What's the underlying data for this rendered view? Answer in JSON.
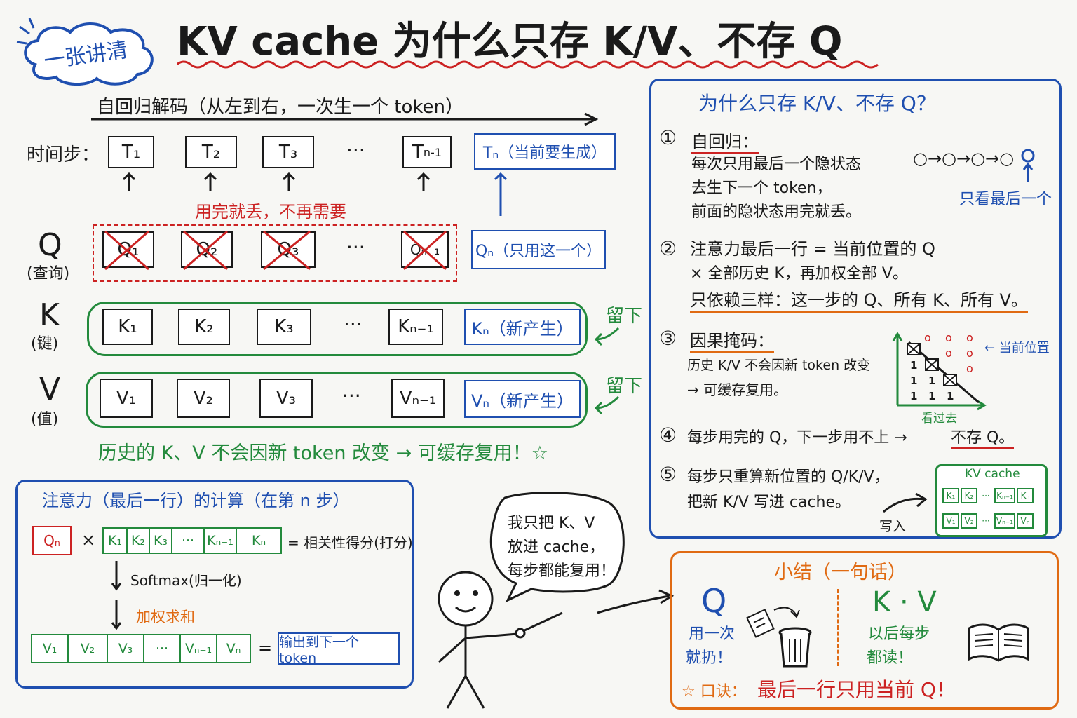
{
  "badge": "一张讲清",
  "title": "KV cache 为什么只存 K/V、不存 Q",
  "decode_label": "自回归解码（从左到右，一次生一个 token）",
  "time_label": "时间步：",
  "tokens": [
    "T₁",
    "T₂",
    "T₃",
    "T",
    "n-1"
  ],
  "ellipsis": "···",
  "tn_box": "Tₙ（当前要生成）",
  "discard_note": "用完就丢，不再需要",
  "q_label": "Q",
  "q_sub": "(查询)",
  "k_label": "K",
  "k_sub": "(键)",
  "v_label": "V",
  "v_sub": "(值)",
  "q_cells": [
    "Q₁",
    "Q₂",
    "Q₃",
    "Qₙ₋₁"
  ],
  "qn_box": "Qₙ（只用这一个）",
  "k_cells": [
    "K₁",
    "K₂",
    "K₃",
    "Kₙ₋₁"
  ],
  "kn_box": "Kₙ（新产生）",
  "v_cells": [
    "V₁",
    "V₂",
    "V₃",
    "Vₙ₋₁"
  ],
  "vn_box": "Vₙ（新产生）",
  "keep_label": "留下",
  "history_note": "历史的 K、V 不会因新 token 改变 → 可缓存复用！☆",
  "attn": {
    "title": "注意力（最后一行）的计算（在第 n 步）",
    "qn": "Qₙ",
    "times": "×",
    "k_row": [
      "K₁",
      "K₂",
      "K₃",
      "···",
      "Kₙ₋₁",
      "Kₙ"
    ],
    "score_label": "= 相关性得分(打分)",
    "softmax": "Softmax(归一化)",
    "weighted": "加权求和",
    "v_row": [
      "V₁",
      "V₂",
      "V₃",
      "···",
      "Vₙ₋₁",
      "Vₙ"
    ],
    "equals": "=",
    "output": "输出到下一个 token"
  },
  "speech": [
    "我只把 K、V",
    "放进 cache，",
    "每步都能复用！"
  ],
  "why": {
    "title": "为什么只存 K/V、不存 Q？",
    "p1_num": "①",
    "p1_head": "自回归：",
    "p1_lines": [
      "每次只用最后一个隐状态",
      "去生下一个 token，",
      "前面的隐状态用完就丢。"
    ],
    "chain": "○→○→○→○",
    "chain_note": "只看最后一个",
    "p2_num": "②",
    "p2_l1": "注意力最后一行 = 当前位置的 Q",
    "p2_l2": "× 全部历史 K，再加权全部 V。",
    "p2_l3": "只依赖三样：这一步的 Q、所有 K、所有 V。",
    "p3_num": "③",
    "p3_head": "因果掩码：",
    "p3_lines": [
      "历史 K/V 不会因新 token 改变",
      "→ 可缓存复用。"
    ],
    "mask_current": "← 当前位置",
    "mask_look": "看过去",
    "mask_ones": [
      "1",
      "1",
      "1",
      "1",
      "1",
      "1"
    ],
    "mask_o": "o",
    "p4_num": "④",
    "p4_text": "每步用完的 Q，下一步用不上 → ",
    "p4_tail": "不存 Q。",
    "p5_num": "⑤",
    "p5_l1": "每步只重算新位置的 Q/K/V，",
    "p5_l2": "把新 K/V 写进 cache。",
    "write": "写入",
    "kv_title": "KV cache",
    "kv_k": [
      "K₁",
      "K₂",
      "···",
      "Kₙ₋₁",
      "Kₙ"
    ],
    "kv_v": [
      "V₁",
      "V₂",
      "···",
      "Vₙ₋₁",
      "Vₙ"
    ]
  },
  "summary": {
    "title": "小结（一句话）",
    "q": "Q",
    "q_text": [
      "用一次",
      "就扔！"
    ],
    "kv": "K · V",
    "kv_text": [
      "以后每步",
      "都读！"
    ],
    "motto_label": "☆ 口诀：",
    "motto": "最后一行只用当前 Q！"
  },
  "colors": {
    "blue": "#1f4fb0",
    "red": "#cc2222",
    "green": "#238a3c",
    "orange": "#e06a12"
  }
}
